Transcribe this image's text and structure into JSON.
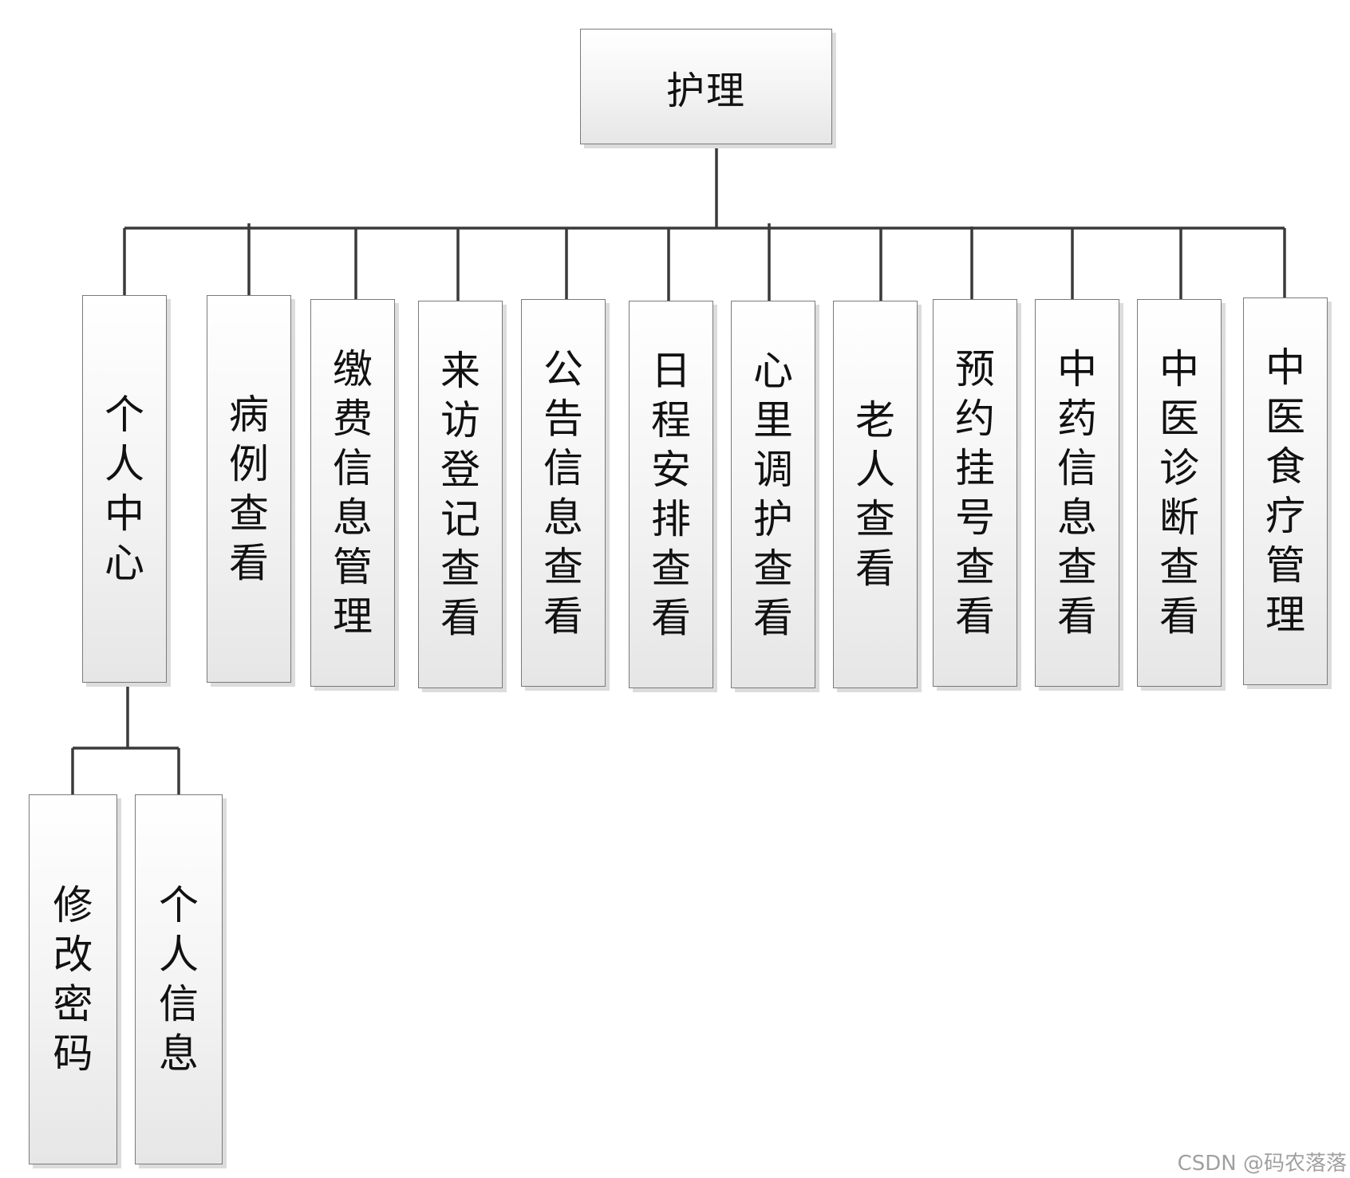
{
  "root": {
    "label": "护理"
  },
  "modules": [
    {
      "label": "个人中心"
    },
    {
      "label": "病例查看"
    },
    {
      "label": "缴费信息管理"
    },
    {
      "label": "来访登记查看"
    },
    {
      "label": "公告信息查看"
    },
    {
      "label": "日程安排查看"
    },
    {
      "label": "心里调护查看"
    },
    {
      "label": "老人查看"
    },
    {
      "label": "预约挂号查看"
    },
    {
      "label": "中药信息查看"
    },
    {
      "label": "中医诊断查看"
    },
    {
      "label": "中医食疗管理"
    }
  ],
  "sub_modules": [
    {
      "label": "修改密码"
    },
    {
      "label": "个人信息"
    }
  ],
  "watermark": "CSDN @码农落落"
}
